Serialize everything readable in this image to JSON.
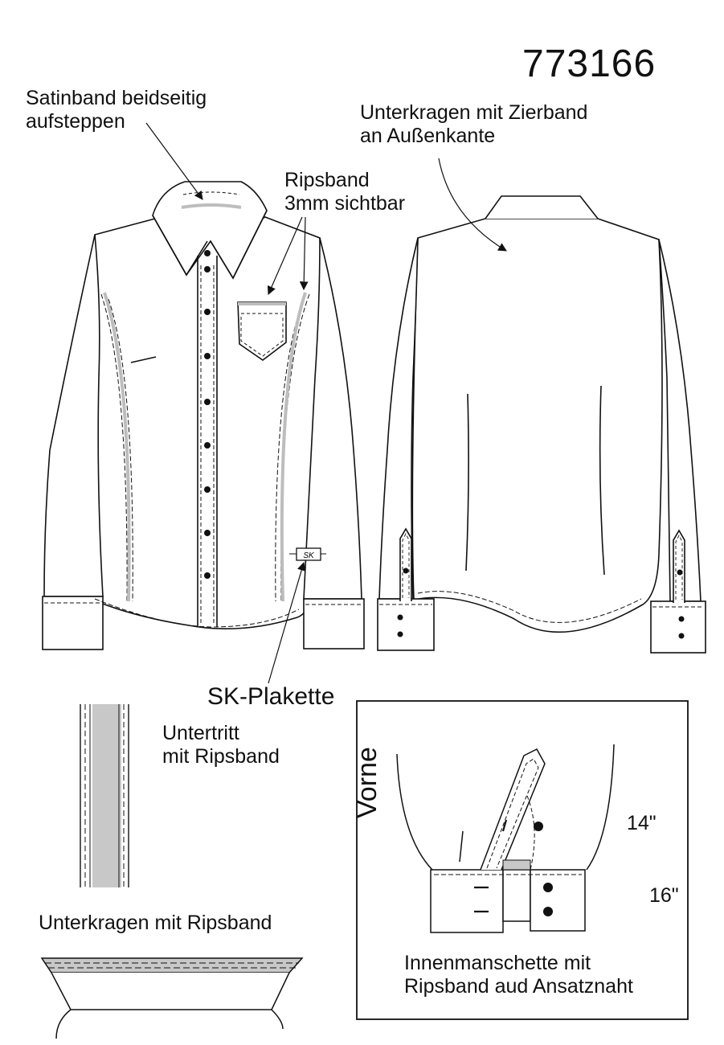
{
  "style_number": "773166",
  "labels": {
    "satin_tape": [
      "Satinband beidseitig",
      "aufsteppen"
    ],
    "under_collar_trim": [
      "Unterkragen mit Zierband",
      "an Außenkante"
    ],
    "grosgrain_visible": [
      "Ripsband",
      "3mm sichtbar"
    ],
    "sk_badge": "SK-Plakette",
    "sk_logo": "SK",
    "placket_underlap": [
      "Untertritt",
      "mit Ripsband"
    ],
    "under_collar_grosgrain": "Unterkragen mit Ripsband",
    "side_view": "Vorne",
    "button_14": "14\"",
    "button_16": "16\"",
    "inner_cuff": [
      "Innenmanschette mit",
      "Ripsband aud Ansatznaht"
    ]
  },
  "colors": {
    "line": "#111111",
    "grosgrain": "#c8c8c8",
    "tape": "#bdbdbd",
    "paper": "#ffffff"
  }
}
